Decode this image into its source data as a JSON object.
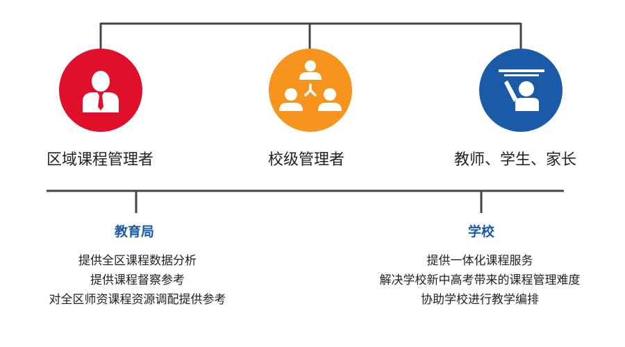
{
  "roles": [
    {
      "label": "区域课程管理者",
      "icon": "administrator-icon",
      "color": "#e0102a"
    },
    {
      "label": "校级管理者",
      "icon": "hierarchy-group-icon",
      "color": "#f7941e"
    },
    {
      "label": "教师、学生、家长",
      "icon": "teacher-at-board-icon",
      "color": "#1b5aa6"
    }
  ],
  "groups": [
    {
      "title": "教育局",
      "items": [
        "提供全区课程数据分析",
        "提供课程督察参考",
        "对全区师资课程资源调配提供参考"
      ]
    },
    {
      "title": "学校",
      "items": [
        "提供一体化课程服务",
        "解决学校新中高考带来的课程管理难度",
        "协助学校进行教学编排"
      ]
    }
  ],
  "colors": {
    "line": "#444444",
    "group_title": "#1b5aa6",
    "text": "#222222"
  }
}
